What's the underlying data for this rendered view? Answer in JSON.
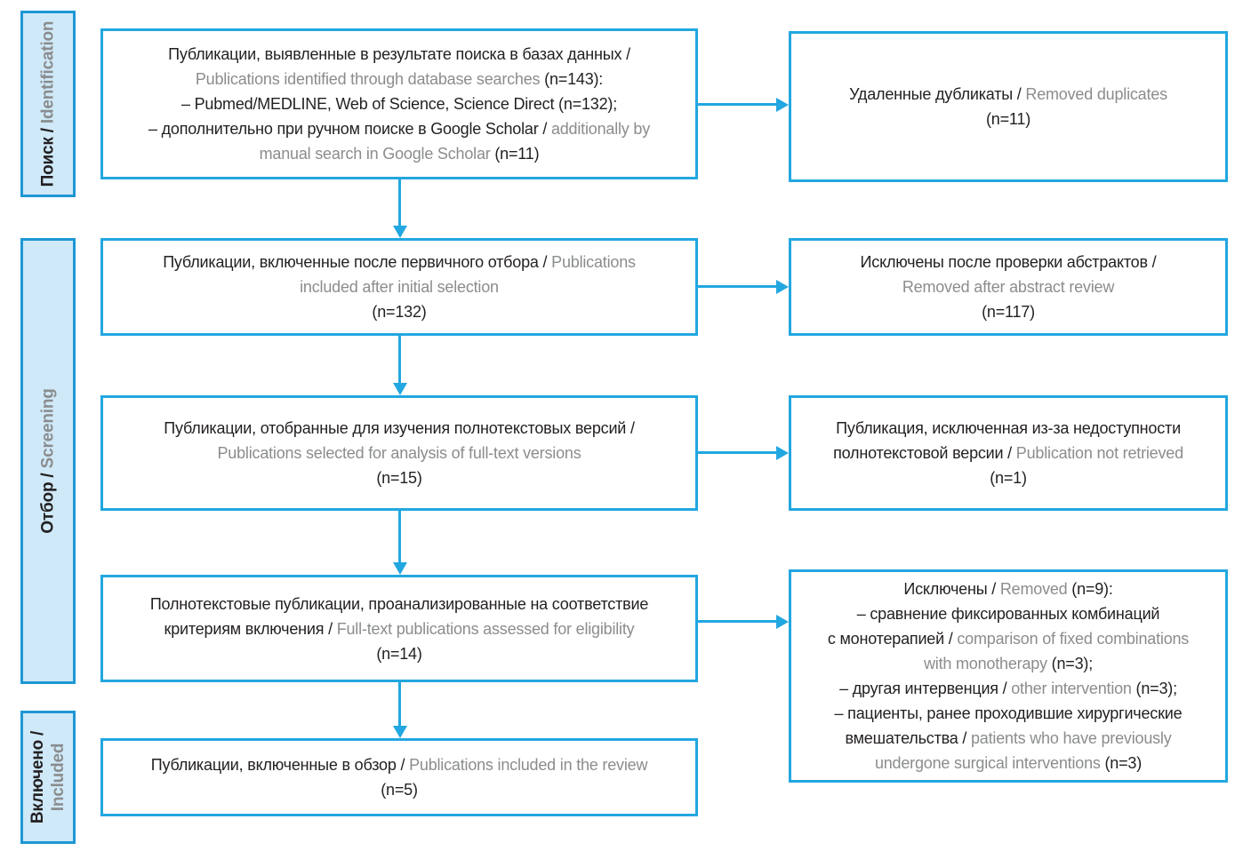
{
  "palette": {
    "box_border_blue": "#22a7e0",
    "arrow_blue": "#22a7e0",
    "sidebar_border_blue": "#1e97d4",
    "sidebar_fill_light_blue": "#cfe9f8",
    "text_dark": "#231f20",
    "text_gray": "#8a8c8e",
    "background": "#ffffff"
  },
  "sidebar": [
    {
      "id": "identification",
      "lines": [
        [
          {
            "t": "Поиск / ",
            "c": "ru"
          },
          {
            "t": "Identification",
            "c": "en"
          }
        ]
      ]
    },
    {
      "id": "screening",
      "lines": [
        [
          {
            "t": "Отбор / ",
            "c": "ru"
          },
          {
            "t": "Screening",
            "c": "en"
          }
        ]
      ]
    },
    {
      "id": "included",
      "lines": [
        [
          {
            "t": "Включено /",
            "c": "ru"
          }
        ],
        [
          {
            "t": "Included",
            "c": "en"
          }
        ]
      ]
    }
  ],
  "main_boxes": [
    {
      "id": "records-identified",
      "n": "143",
      "lines": [
        [
          {
            "t": "Публикации, выявленные в результате поиска в базах данных /",
            "c": "ru"
          }
        ],
        [
          {
            "t": "Publications identified through database searches ",
            "c": "en"
          },
          {
            "t": "(n=143):",
            "c": "ru"
          }
        ],
        [
          {
            "t": "– Pubmed/MEDLINE, Web of Science, Science Direct (n=132);",
            "c": "ru"
          }
        ],
        [
          {
            "t": "– дополнительно при ручном поиске в Google Scholar / ",
            "c": "ru"
          },
          {
            "t": "additionally by",
            "c": "en"
          }
        ],
        [
          {
            "t": "manual search in Google Scholar ",
            "c": "en"
          },
          {
            "t": "(n=11)",
            "c": "ru"
          }
        ]
      ]
    },
    {
      "id": "included-after-initial-selection",
      "n": "132",
      "lines": [
        [
          {
            "t": "Публикации, включенные после первичного отбора / ",
            "c": "ru"
          },
          {
            "t": "Publications",
            "c": "en"
          }
        ],
        [
          {
            "t": "included after initial selection",
            "c": "en"
          }
        ],
        [
          {
            "t": "(n=132)",
            "c": "ru"
          }
        ]
      ]
    },
    {
      "id": "selected-for-fulltext",
      "n": "15",
      "lines": [
        [
          {
            "t": "Публикации, отобранные для изучения полнотекстовых версий /",
            "c": "ru"
          }
        ],
        [
          {
            "t": "Publications selected for analysis of full-text versions",
            "c": "en"
          }
        ],
        [
          {
            "t": "(n=15)",
            "c": "ru"
          }
        ]
      ]
    },
    {
      "id": "assessed-for-eligibility",
      "n": "14",
      "lines": [
        [
          {
            "t": "Полнотекстовые публикации, проанализированные на соответствие",
            "c": "ru"
          }
        ],
        [
          {
            "t": "критериям включения / ",
            "c": "ru"
          },
          {
            "t": "Full-text publications assessed for eligibility",
            "c": "en"
          }
        ],
        [
          {
            "t": "(n=14)",
            "c": "ru"
          }
        ]
      ]
    },
    {
      "id": "included-in-review",
      "n": "5",
      "lines": [
        [
          {
            "t": "Публикации, включенные в обзор / ",
            "c": "ru"
          },
          {
            "t": "Publications included in the review",
            "c": "en"
          }
        ],
        [
          {
            "t": "(n=5)",
            "c": "ru"
          }
        ]
      ]
    }
  ],
  "side_boxes": [
    {
      "id": "duplicates-removed",
      "n": "11",
      "lines": [
        [
          {
            "t": "Удаленные дубликаты / ",
            "c": "ru"
          },
          {
            "t": "Removed duplicates",
            "c": "en"
          }
        ],
        [
          {
            "t": "(n=11)",
            "c": "ru"
          }
        ]
      ]
    },
    {
      "id": "removed-after-abstract-review",
      "n": "117",
      "lines": [
        [
          {
            "t": "Исключены после проверки абстрактов /",
            "c": "ru"
          }
        ],
        [
          {
            "t": "Removed after abstract review",
            "c": "en"
          }
        ],
        [
          {
            "t": "(n=117)",
            "c": "ru"
          }
        ]
      ]
    },
    {
      "id": "not-retrieved",
      "n": "1",
      "lines": [
        [
          {
            "t": "Публикация, исключенная из-за недоступности",
            "c": "ru"
          }
        ],
        [
          {
            "t": "полнотекстовой версии / ",
            "c": "ru"
          },
          {
            "t": "Publication not retrieved",
            "c": "en"
          }
        ],
        [
          {
            "t": "(n=1)",
            "c": "ru"
          }
        ]
      ]
    },
    {
      "id": "removed-with-reasons",
      "n": "9",
      "lines": [
        [
          {
            "t": "Исключены / ",
            "c": "ru"
          },
          {
            "t": "Removed ",
            "c": "en"
          },
          {
            "t": "(n=9):",
            "c": "ru"
          }
        ],
        [
          {
            "t": "– сравнение фиксированных комбинаций",
            "c": "ru"
          }
        ],
        [
          {
            "t": "с монотерапией / ",
            "c": "ru"
          },
          {
            "t": "comparison of fixed combinations",
            "c": "en"
          }
        ],
        [
          {
            "t": "with monotherapy ",
            "c": "en"
          },
          {
            "t": "(n=3);",
            "c": "ru"
          }
        ],
        [
          {
            "t": "– другая интервенция / ",
            "c": "ru"
          },
          {
            "t": "other intervention ",
            "c": "en"
          },
          {
            "t": "(n=3);",
            "c": "ru"
          }
        ],
        [
          {
            "t": "– пациенты, ранее проходившие хирургические",
            "c": "ru"
          }
        ],
        [
          {
            "t": "вмешательства / ",
            "c": "ru"
          },
          {
            "t": "patients who have previously",
            "c": "en"
          }
        ],
        [
          {
            "t": "undergone surgical interventions ",
            "c": "en"
          },
          {
            "t": "(n=3)",
            "c": "ru"
          }
        ]
      ]
    }
  ]
}
